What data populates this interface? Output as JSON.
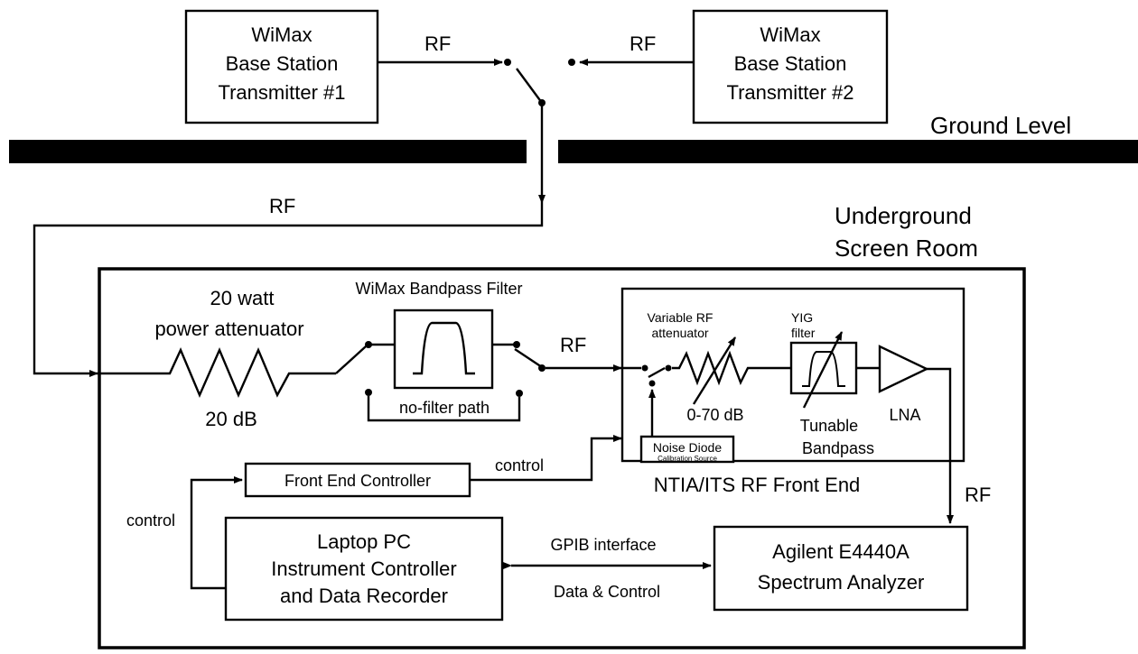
{
  "ground_label": "Ground Level",
  "screen_room_label": [
    "Underground",
    "Screen Room"
  ],
  "tx1": [
    "WiMax",
    "Base Station",
    "Transmitter #1"
  ],
  "tx2": [
    "WiMax",
    "Base Station",
    "Transmitter #2"
  ],
  "rf_label": "RF",
  "attenuator": {
    "title": [
      "20 watt",
      "power attenuator"
    ],
    "value": "20 dB"
  },
  "bandpass": {
    "title": "WiMax Bandpass Filter",
    "bypass": "no-filter path"
  },
  "front_end": {
    "title": "NTIA/ITS RF Front End",
    "var_atten": [
      "Variable RF",
      "attenuator"
    ],
    "var_range": "0-70 dB",
    "yig": [
      "YIG",
      "filter"
    ],
    "tunable": [
      "Tunable",
      "Bandpass"
    ],
    "lna": "LNA",
    "noise_diode": "Noise Diode",
    "cal_source": "Calibration Source"
  },
  "controller": "Front End Controller",
  "control_label": "control",
  "laptop": [
    "Laptop PC",
    "Instrument Controller",
    "and Data Recorder"
  ],
  "analyzer": [
    "Agilent E4440A",
    "Spectrum Analyzer"
  ],
  "gpib": "GPIB interface",
  "data_control": "Data & Control"
}
